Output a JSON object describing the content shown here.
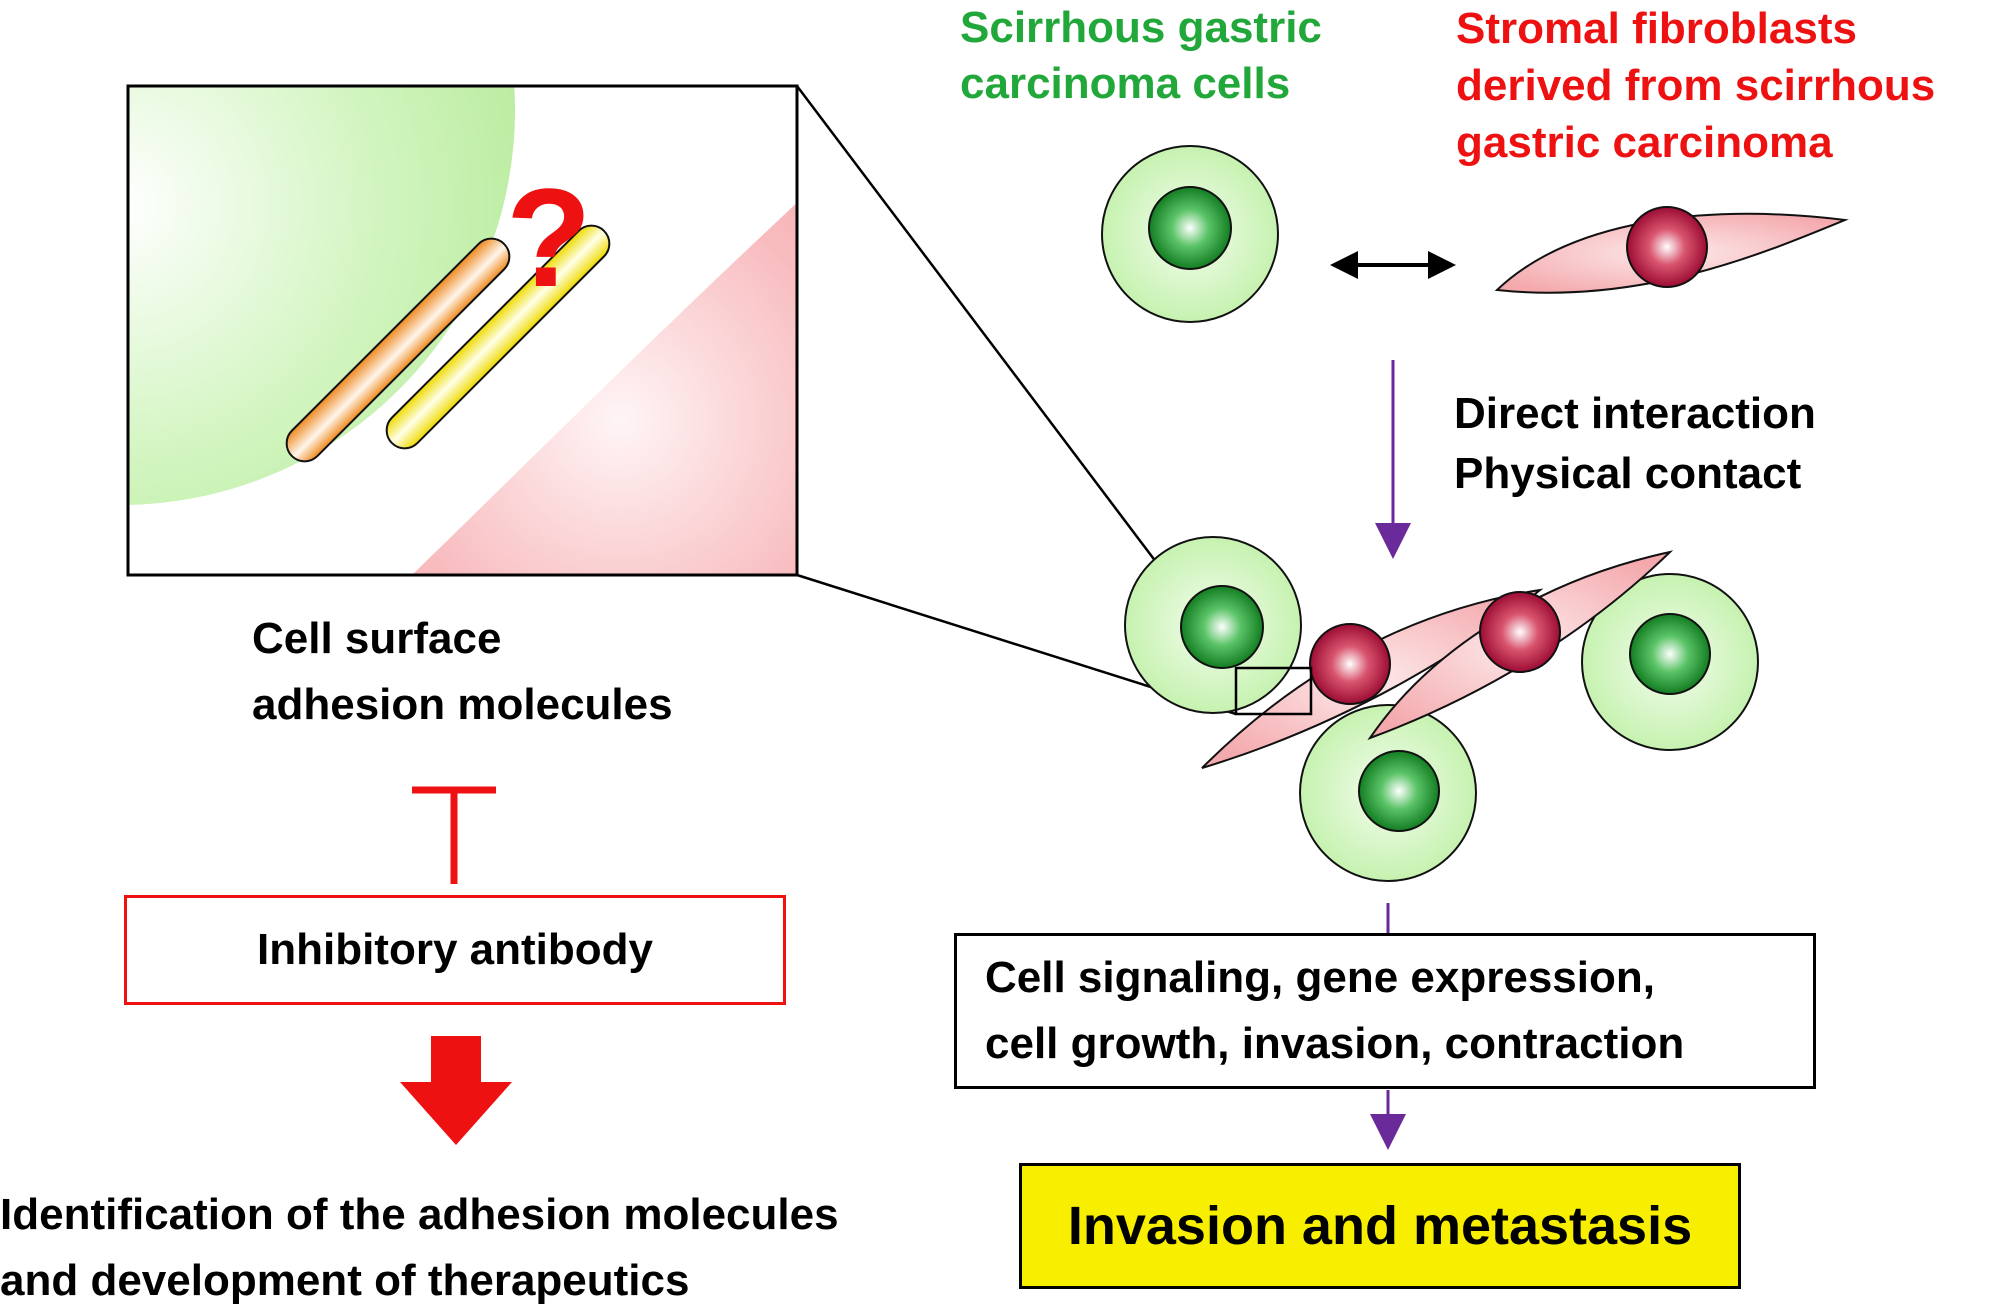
{
  "labels": {
    "carcinoma": [
      "Scirrhous gastric",
      "carcinoma cells"
    ],
    "fibroblasts": [
      "Stromal fibroblasts",
      "derived from scirrhous",
      "gastric carcinoma"
    ],
    "interaction": [
      "Direct interaction",
      "Physical contact"
    ],
    "adhesion": [
      "Cell surface",
      "adhesion molecules"
    ],
    "identification": [
      "Identification of the adhesion molecules",
      "and development of therapeutics"
    ],
    "question_mark": "?"
  },
  "boxes": {
    "inhibitory": "Inhibitory antibody",
    "signaling": [
      "Cell signaling, gene expression,",
      "cell growth, invasion, contraction"
    ],
    "invasion": "Invasion and metastasis"
  },
  "colors": {
    "carcinoma_text": "#22a83a",
    "fibroblast_text": "#ee1111",
    "inhibit_red": "#ee1111",
    "arrow_purple": "#6a2a9a",
    "highlight_yellow": "#f8ee00",
    "cell_green": "#c6f2b0",
    "nucleus_green": "#1f8f2a",
    "fibroblast_pink": "#f7b6b8",
    "nucleus_red": "#b3123a"
  }
}
